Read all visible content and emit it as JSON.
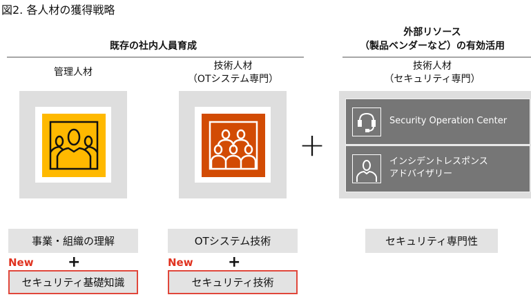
{
  "figure_title": "図2. 各人材の獲得戦略",
  "left_section": {
    "heading": "既存の社内人員育成",
    "columns": [
      {
        "title": "管理人材",
        "subtitle": "",
        "icon": "meeting-people-icon",
        "icon_color": "#ffb900",
        "skill": "事業・組織の理解",
        "new_badge": "New",
        "plus": "+",
        "new_skill": "セキュリティ基礎知識"
      },
      {
        "title": "技術人材",
        "subtitle": "（OTシステム専門）",
        "icon": "team-hierarchy-icon",
        "icon_color": "#d24b04",
        "skill": "OTシステム技術",
        "new_badge": "New",
        "plus": "+",
        "new_skill": "セキュリティ技術"
      }
    ]
  },
  "center_plus": "+",
  "right_section": {
    "heading_line1": "外部リソース",
    "heading_line2": "（製品ベンダーなど）の有効活用",
    "title": "技術人材",
    "subtitle": "（セキュリティ専門）",
    "services": [
      {
        "icon": "headset-icon",
        "label_line1": "Security Operation Center",
        "label_line2": ""
      },
      {
        "icon": "person-icon",
        "label_line1": "インシデントレスポンス",
        "label_line2": "アドバイザリー"
      }
    ],
    "skill": "セキュリティ専門性"
  }
}
